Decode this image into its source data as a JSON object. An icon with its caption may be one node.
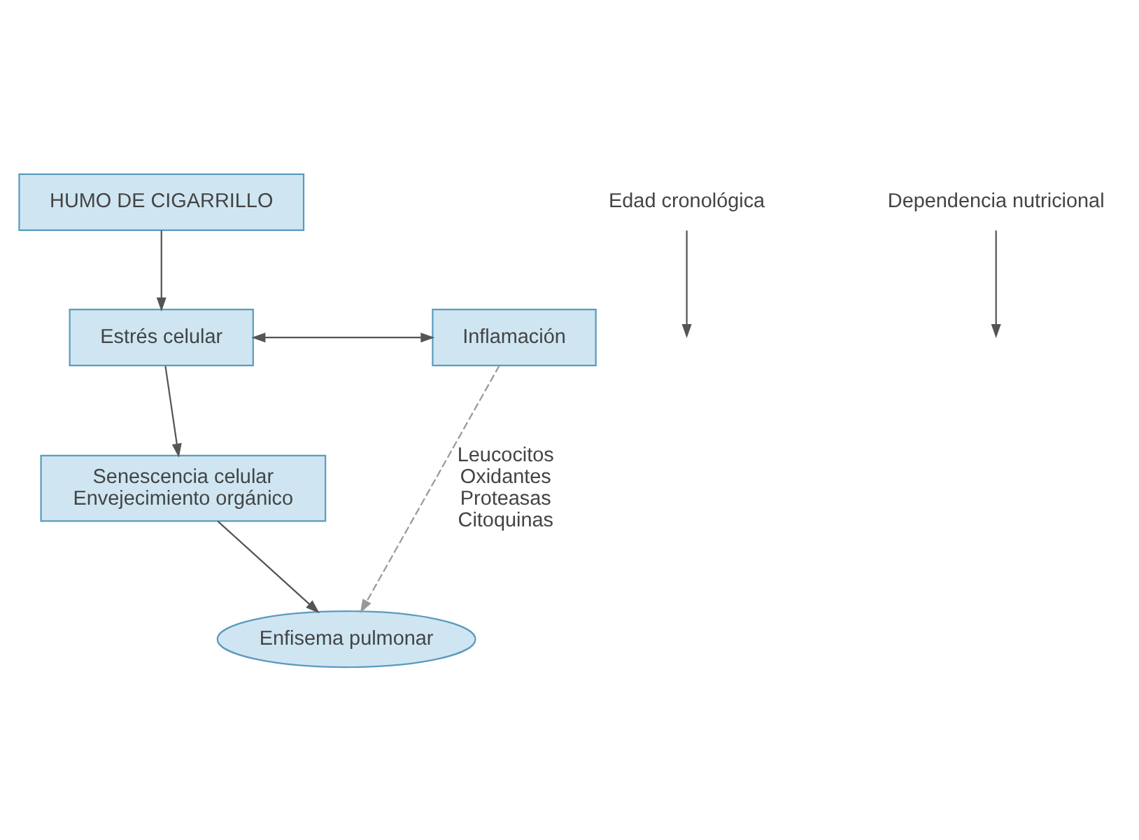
{
  "diagram": {
    "nodes": [
      {
        "text": [
          "HUMO DE CIGARRILLO"
        ]
      },
      {
        "text": [
          "Estrés celular"
        ]
      },
      {
        "text": [
          "Inflamación"
        ]
      },
      {
        "text": [
          "Edad cronológica"
        ]
      },
      {
        "text": [
          "Dependencia nutricional"
        ]
      },
      {
        "text": [
          "Senescencia celular",
          "Envejecimiento orgánico"
        ]
      },
      {
        "text": [
          "Enfisema pulmonar"
        ]
      }
    ],
    "edges": [
      {
        "from": 0,
        "to": 1,
        "arrow": "to"
      },
      {
        "from": 1,
        "to": 2,
        "arrow": "both"
      },
      {
        "from": 1,
        "to": 5,
        "arrow": "to"
      },
      {
        "from": 3,
        "to": null,
        "arrow": "to"
      },
      {
        "from": 4,
        "to": null,
        "arrow": "to"
      },
      {
        "from": 5,
        "to": 6,
        "arrow": "to"
      },
      {
        "from": 2,
        "to": 6,
        "arrow": "to",
        "style": "dashed",
        "color": "#999999",
        "label": "Leucocitos Oxidantes Proteasas Citoquinas"
      }
    ]
  }
}
